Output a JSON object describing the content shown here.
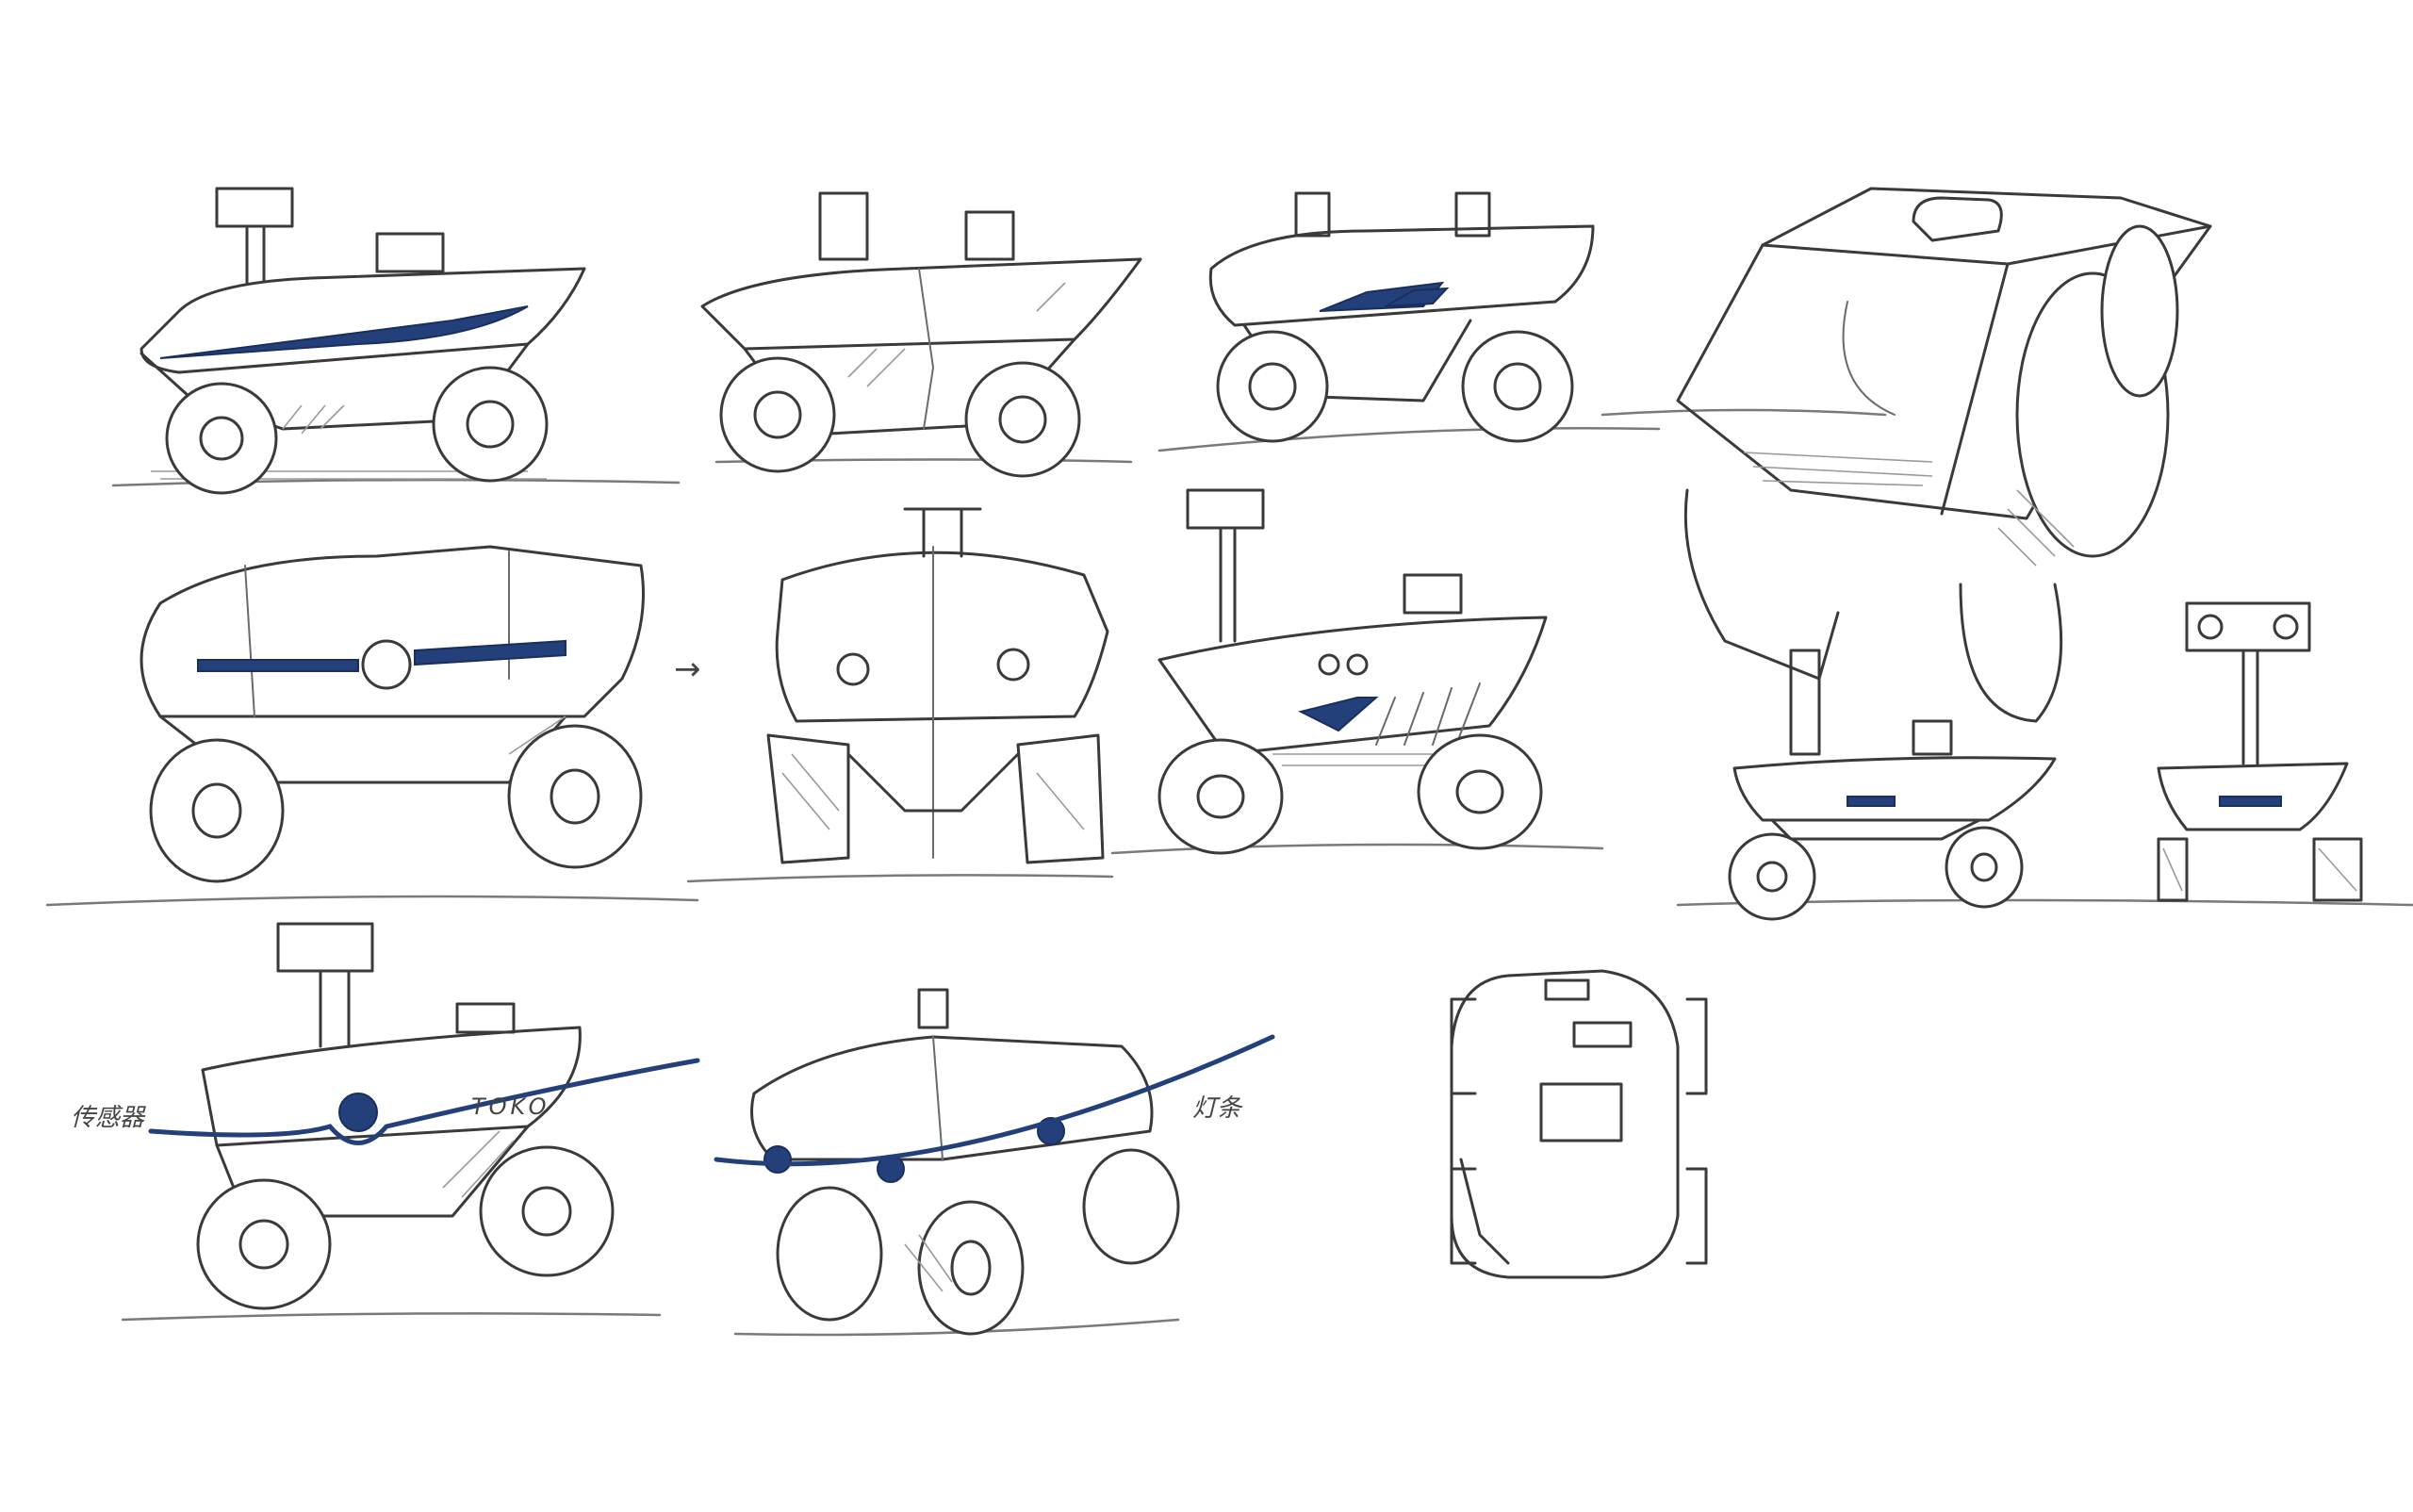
{
  "annotations": {
    "brand_mark": "TOKO",
    "sensor_note": "传感器",
    "light_note": "灯条",
    "arrow": "→"
  },
  "colors": {
    "paper": "#ffffff",
    "pencil": "#3a3a3a",
    "accent_blue": "#23407a"
  }
}
